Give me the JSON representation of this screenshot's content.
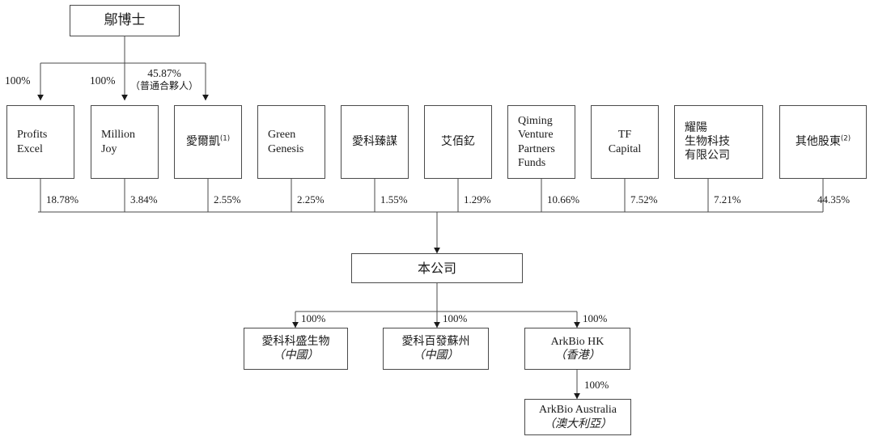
{
  "diagram": {
    "title_node": {
      "label": "鄔博士"
    },
    "company_node": {
      "label": "本公司"
    },
    "owner_edges": [
      {
        "pct": "100%",
        "note": ""
      },
      {
        "pct": "100%",
        "note": ""
      },
      {
        "pct": "45.87%",
        "note": "（普通合夥人）"
      }
    ],
    "shareholders": [
      {
        "name": "Profits Excel",
        "lines": [
          "Profits",
          "Excel"
        ],
        "align": "left",
        "pct": "18.78%",
        "sup": ""
      },
      {
        "name": "Million Joy",
        "lines": [
          "Million",
          "Joy"
        ],
        "align": "left",
        "pct": "3.84%",
        "sup": ""
      },
      {
        "name": "愛爾凱",
        "lines": [
          "愛爾凱"
        ],
        "align": "center",
        "pct": "2.55%",
        "sup": "(1)"
      },
      {
        "name": "Green Genesis",
        "lines": [
          "Green",
          "Genesis"
        ],
        "align": "left",
        "pct": "2.25%",
        "sup": ""
      },
      {
        "name": "愛科臻謀",
        "lines": [
          "愛科臻謀"
        ],
        "align": "center",
        "pct": "1.55%",
        "sup": ""
      },
      {
        "name": "艾佰釔",
        "lines": [
          "艾佰釔"
        ],
        "align": "center",
        "pct": "1.29%",
        "sup": ""
      },
      {
        "name": "Qiming Venture Partners Funds",
        "lines": [
          "Qiming",
          "Venture",
          "Partners",
          "Funds"
        ],
        "align": "left",
        "pct": "10.66%",
        "sup": ""
      },
      {
        "name": "TF Capital",
        "lines": [
          "TF",
          "Capital"
        ],
        "align": "center",
        "pct": "7.52%",
        "sup": ""
      },
      {
        "name": "耀陽生物科技有限公司",
        "lines": [
          "耀陽",
          "生物科技",
          "有限公司"
        ],
        "align": "left",
        "pct": "7.21%",
        "sup": ""
      },
      {
        "name": "其他股東",
        "lines": [
          "其他股東"
        ],
        "align": "center",
        "pct": "44.35%",
        "sup": "(2)"
      }
    ],
    "subsidiaries": [
      {
        "name": "愛科科盛生物",
        "lines": [
          "愛科科盛生物",
          "（中國）"
        ],
        "italic_line": 1,
        "pct": "100%"
      },
      {
        "name": "愛科百發蘇州",
        "lines": [
          "愛科百發蘇州",
          "（中國）"
        ],
        "italic_line": 1,
        "pct": "100%"
      },
      {
        "name": "ArkBio HK",
        "lines": [
          "ArkBio HK",
          "（香港）"
        ],
        "italic_line": 1,
        "pct": "100%"
      }
    ],
    "sub_subsidiary": {
      "name": "ArkBio Australia",
      "lines": [
        "ArkBio Australia",
        "（澳大利亞）"
      ],
      "italic_line": 1,
      "pct": "100%"
    },
    "colors": {
      "stroke": "#4a4a4a",
      "text": "#1a1a1a",
      "background": "#ffffff"
    }
  }
}
